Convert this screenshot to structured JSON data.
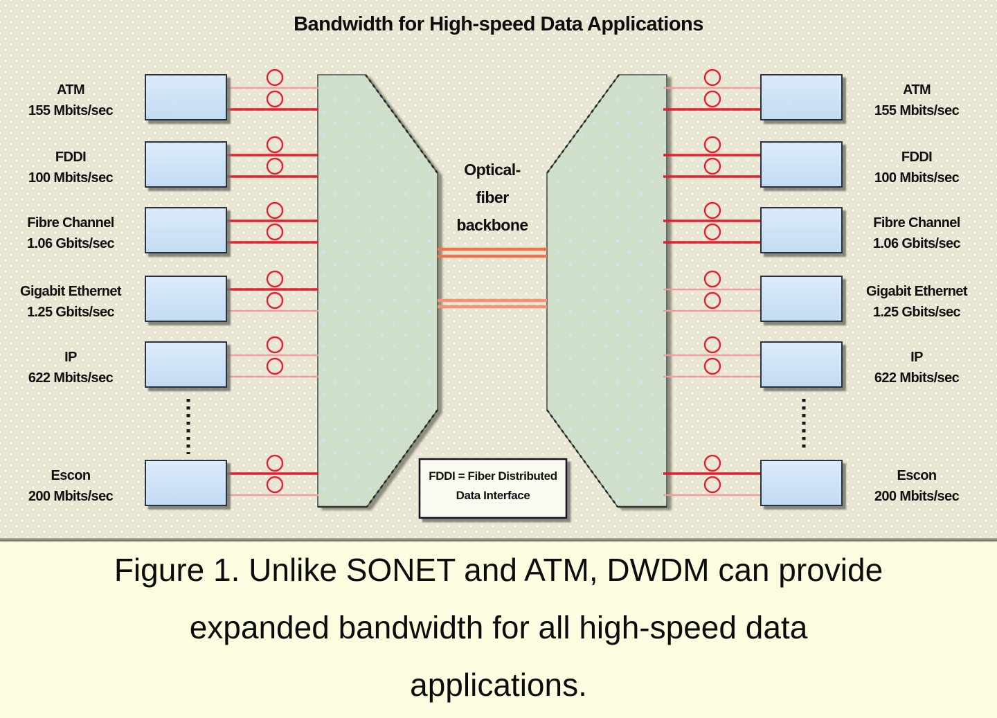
{
  "title": "Bandwidth for High-speed Data Applications",
  "backbone_label": "Optical-\nfiber\nbackbone",
  "footnote": "FDDI = Fiber Distributed\nData Interface",
  "caption": "Figure 1. Unlike SONET and ATM, DWDM can provide\nexpanded bandwidth for all high-speed data\napplications.",
  "left_items": [
    {
      "name": "ATM",
      "rate": "155 Mbits/sec"
    },
    {
      "name": "FDDI",
      "rate": "100 Mbits/sec"
    },
    {
      "name": "Fibre Channel",
      "rate": "1.06 Gbits/sec"
    },
    {
      "name": "Gigabit Ethernet",
      "rate": "1.25 Gbits/sec"
    },
    {
      "name": "IP",
      "rate": "622 Mbits/sec"
    },
    {
      "name": "Escon",
      "rate": "200 Mbits/sec"
    }
  ],
  "right_items": [
    {
      "name": "ATM",
      "rate": "155 Mbits/sec"
    },
    {
      "name": "FDDI",
      "rate": "100 Mbits/sec"
    },
    {
      "name": "Fibre Channel",
      "rate": "1.06 Gbits/sec"
    },
    {
      "name": "Gigabit Ethernet",
      "rate": "1.25 Gbits/sec"
    },
    {
      "name": "IP",
      "rate": "622 Mbits/sec"
    },
    {
      "name": "Escon",
      "rate": "200 Mbits/sec"
    }
  ],
  "colors": {
    "bg": "#e9e6d4",
    "caption_bg": "#fbfce0",
    "red_strong": "#e41f2f",
    "red_light": "#f29c9c",
    "orange_a": "#ef7351",
    "orange_b": "#f29272",
    "trap_fill": "#cfdfc9",
    "box_fill": "#cde1f6"
  }
}
